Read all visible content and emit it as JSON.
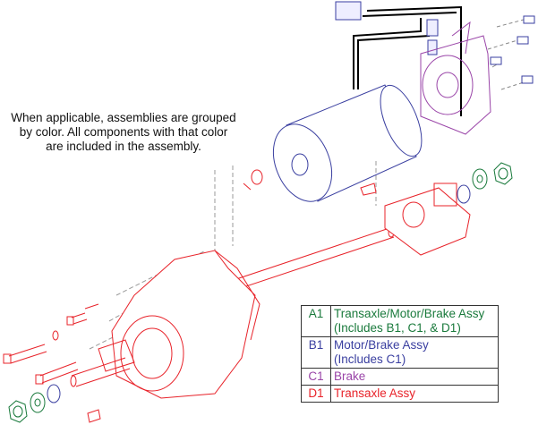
{
  "note": {
    "line1": "When applicable, assemblies are grouped",
    "line2": "by color. All components with that color",
    "line3": "are included in the assembly."
  },
  "legend": [
    {
      "code": "A1",
      "line1": "Transaxle/Motor/Brake Assy",
      "line2": "(Includes B1, C1, & D1)",
      "color": "#1a7a3c"
    },
    {
      "code": "B1",
      "line1": "Motor/Brake Assy",
      "line2": "(Includes C1)",
      "color": "#3a3fa0"
    },
    {
      "code": "C1",
      "line1": "Brake",
      "line2": "",
      "color": "#9a45a8"
    },
    {
      "code": "D1",
      "line1": "Transaxle Assy",
      "line2": "",
      "color": "#e8232a"
    }
  ],
  "colors": {
    "motor": "#3a3fa0",
    "brake": "#9a45a8",
    "transaxle": "#e8232a",
    "hardware": "#1a7a3c",
    "wire": "#000000"
  }
}
